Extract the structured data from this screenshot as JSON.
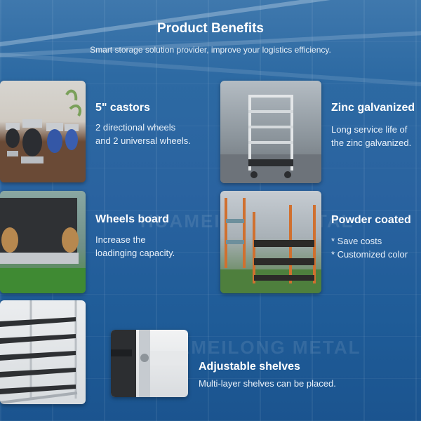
{
  "header": {
    "title": "Product Benefits",
    "subtitle": "Smart storage solution provider, improve your logistics efficiency."
  },
  "watermark": {
    "line1": "HUAMEILONG METAL",
    "line2": "HUAMEILONG METAL"
  },
  "features": {
    "castors": {
      "title": "5\" castors",
      "line1": "2 directional wheels",
      "line2": "and 2 universal wheels."
    },
    "zinc": {
      "title": "Zinc galvanized",
      "line1": "Long service life of",
      "line2": "the zinc galvanized."
    },
    "board": {
      "title": "Wheels board",
      "line1": "Increase the",
      "line2": "loadinging capacity."
    },
    "powder": {
      "title": "Powder coated",
      "line1": "* Save costs",
      "line2": "* Customized color"
    },
    "shelves": {
      "title": "Adjustable shelves",
      "line1": "Multi-layer shelves can be placed."
    }
  },
  "icons": {
    "castors_photo": "castor-wheels-photo-icon",
    "zinc_photo": "galvanized-trolley-photo-icon",
    "board_photo": "wheels-board-photo-icon",
    "powder_photo": "powder-coated-trolley-photo-icon",
    "shelves_photo": "shelves-photo-icon",
    "clip_photo": "shelf-clip-photo-icon"
  },
  "colors": {
    "background": "#2a63a0",
    "heading": "#ffffff",
    "body_text": "#e9f1fa"
  }
}
